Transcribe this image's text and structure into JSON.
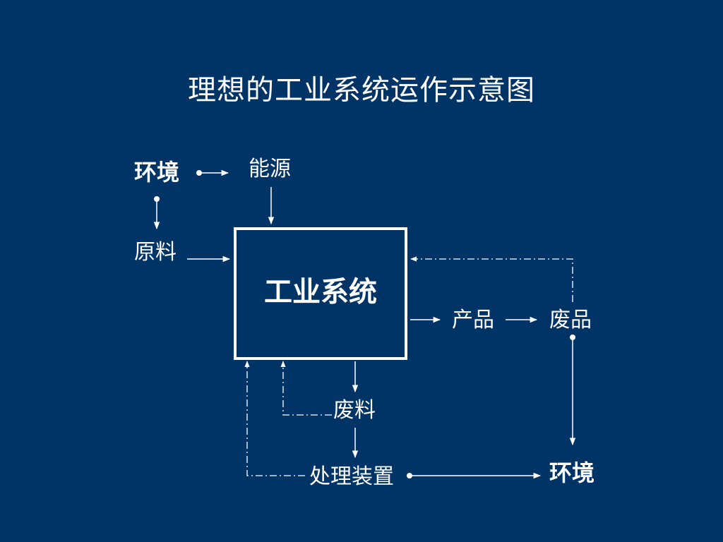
{
  "title": "理想的工业系统运作示意图",
  "labels": {
    "env_top": "环境",
    "energy": "能源",
    "raw": "原料",
    "system": "工业系统",
    "product": "产品",
    "waste_product": "废品",
    "waste_material": "废料",
    "processor": "处理装置",
    "env_bottom": "环境"
  },
  "colors": {
    "background": "#003366",
    "foreground": "#ffffff"
  }
}
